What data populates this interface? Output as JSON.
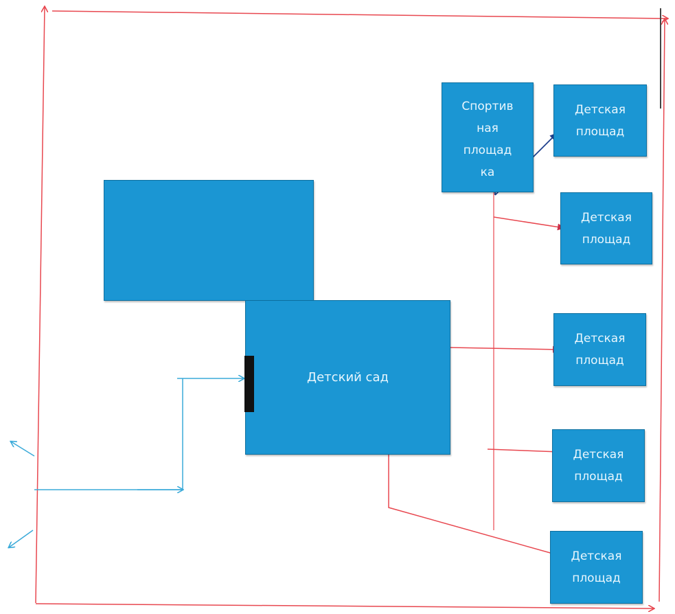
{
  "colors": {
    "block_fill": "#1b96d3",
    "block_text": "#e8f6fd",
    "boundary_line": "#e8474f",
    "walk_path": "#e8474f",
    "entry_path": "#3aaad9",
    "sport_path": "#1e3f8c",
    "door": "#111111"
  },
  "blocks": {
    "kindergarten": "Детский сад",
    "sport_ground_lines": [
      "Спортив",
      "ная",
      "площад",
      "ка"
    ],
    "kids_ground_lines": [
      "Детская",
      "площад"
    ]
  }
}
